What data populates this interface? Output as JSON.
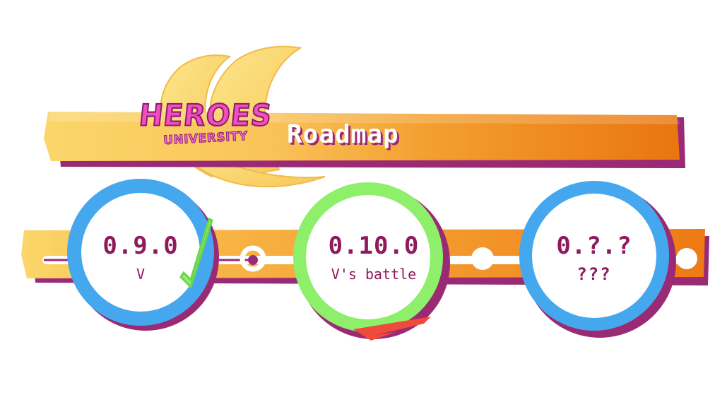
{
  "logo": {
    "line1": "HEROES",
    "line2": "UNIVERSITY"
  },
  "title": "Roadmap",
  "colors": {
    "orange": "#f08a20",
    "yellow": "#f9cf63",
    "purple": "#9b2a75",
    "blue": "#45a7ee",
    "green": "#8ef06a",
    "red": "#ef4a3a",
    "pink": "#f24ec0"
  },
  "milestones": [
    {
      "version": "0.9.0",
      "name": "V",
      "ring_color": "blue",
      "status": "done"
    },
    {
      "version": "0.10.0",
      "name": "V's battle",
      "ring_color": "green",
      "status": "in-progress"
    },
    {
      "version": "0.?.?",
      "name": "???",
      "ring_color": "blue",
      "status": "upcoming"
    }
  ]
}
